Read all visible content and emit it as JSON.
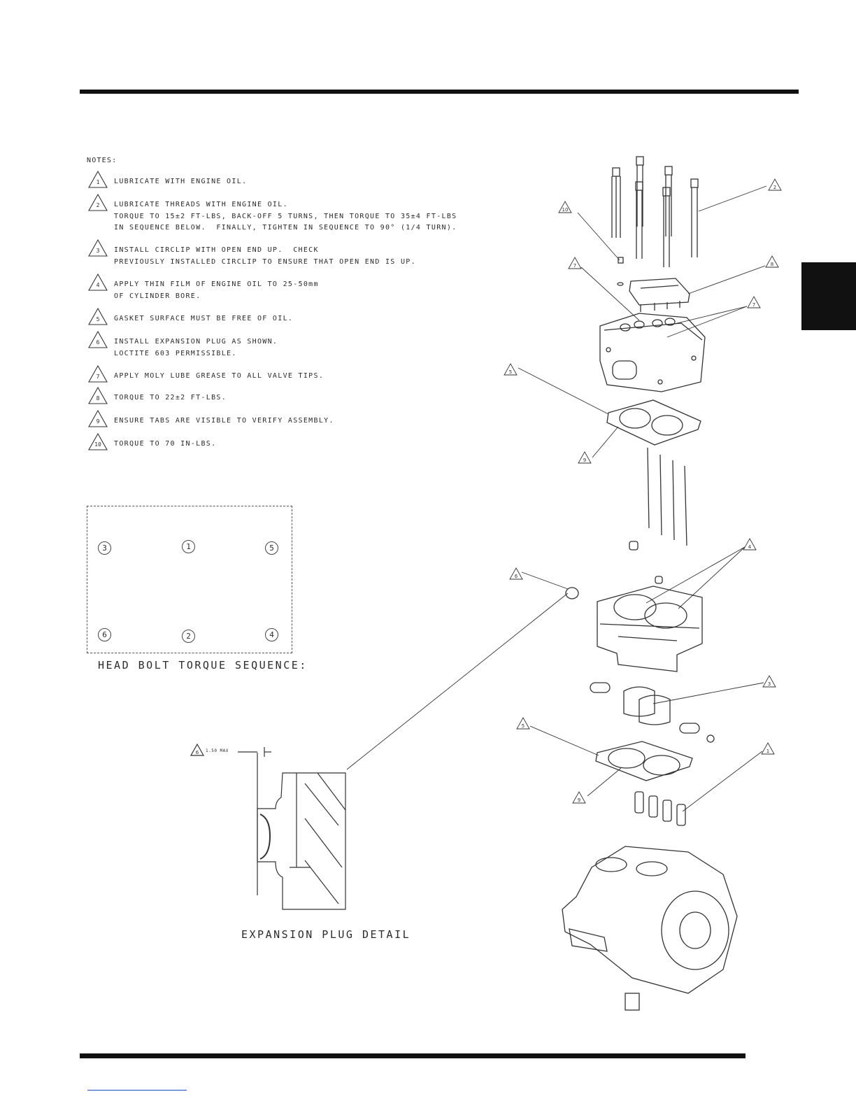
{
  "notes": {
    "title": "NOTES:",
    "items": [
      {
        "num": "1",
        "text": "LUBRICATE WITH ENGINE OIL."
      },
      {
        "num": "2",
        "text": "LUBRICATE THREADS WITH ENGINE OIL.\nTORQUE TO 15±2 FT-LBS, BACK-OFF 5 TURNS, THEN TORQUE TO 35±4 FT-LBS\nIN SEQUENCE BELOW.  FINALLY, TIGHTEN IN SEQUENCE TO 90° (1/4 TURN)."
      },
      {
        "num": "3",
        "text": "INSTALL CIRCLIP WITH OPEN END UP.  CHECK\nPREVIOUSLY INSTALLED CIRCLIP TO ENSURE THAT OPEN END IS UP."
      },
      {
        "num": "4",
        "text": "APPLY THIN FILM OF ENGINE OIL TO 25-50mm\nOF CYLINDER BORE."
      },
      {
        "num": "5",
        "text": "GASKET SURFACE MUST BE FREE OF OIL."
      },
      {
        "num": "6",
        "text": "INSTALL EXPANSION PLUG AS SHOWN.\nLOCTITE 603 PERMISSIBLE."
      },
      {
        "num": "7",
        "text": "APPLY MOLY LUBE GREASE TO ALL VALVE TIPS."
      },
      {
        "num": "8",
        "text": "TORQUE TO 22±2 FT-LBS."
      },
      {
        "num": "9",
        "text": "ENSURE TABS ARE VISIBLE TO VERIFY ASSEMBLY."
      },
      {
        "num": "10",
        "text": "TORQUE TO 70 IN-LBS."
      }
    ]
  },
  "torque_sequence": {
    "title": "HEAD BOLT TORQUE SEQUENCE:",
    "top_row": [
      "3",
      "1",
      "5"
    ],
    "bottom_row": [
      "6",
      "2",
      "4"
    ]
  },
  "expansion_plug": {
    "title": "EXPANSION PLUG DETAIL",
    "dimension_label": "1.50 MAX",
    "dimension_note": "6"
  },
  "callouts": [
    "2",
    "10",
    "7",
    "8",
    "7",
    "5",
    "9",
    "4",
    "6",
    "3",
    "5",
    "9",
    "1"
  ]
}
